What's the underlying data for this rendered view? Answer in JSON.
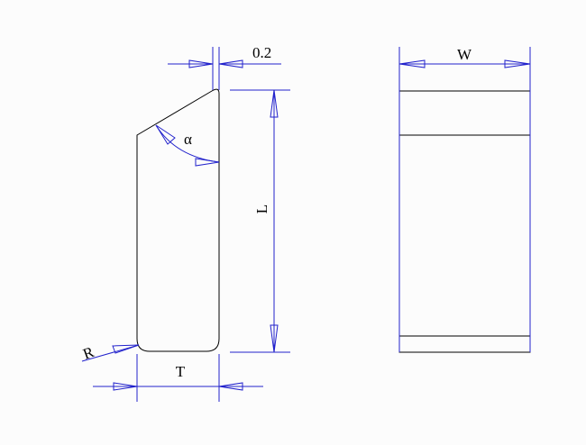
{
  "labels": {
    "tip_offset": "0.2",
    "angle": "α",
    "length": "L",
    "radius": "R",
    "thickness": "T",
    "width": "W"
  },
  "colors": {
    "outline": "#000000",
    "dimension": "#2222cc",
    "background": "#fcfcfc"
  }
}
